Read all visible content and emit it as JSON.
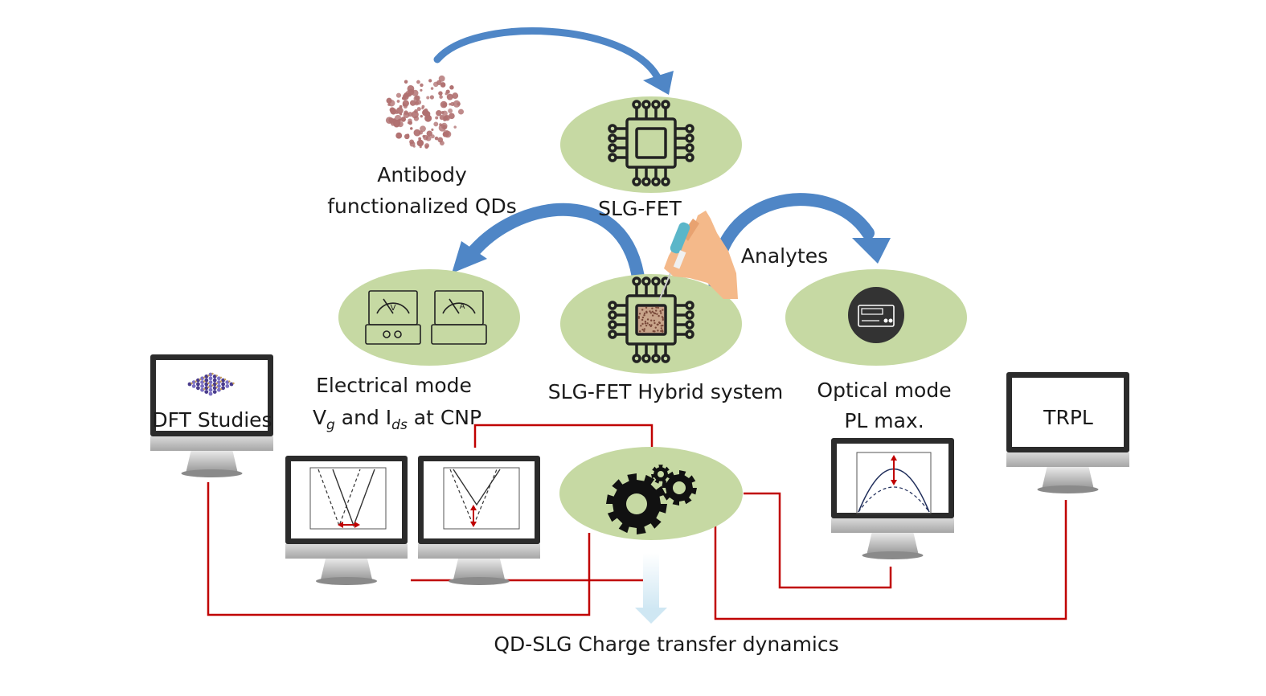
{
  "labels": {
    "antibody_line1": "Antibody",
    "antibody_line2": "functionalized QDs",
    "slg_fet": "SLG-FET",
    "analytes": "Analytes",
    "hybrid_system": "SLG-FET Hybrid system",
    "electrical_mode": "Electrical mode",
    "vg": "V",
    "vg_sub": "g",
    "and_i": " and I",
    "ids_sub": "ds",
    "at_cnp": " at CNP",
    "optical_mode": "Optical mode",
    "pl_max": "PL max.",
    "dft_studies": "DFT Studies",
    "trpl": "TRPL",
    "charge_transfer": "QD-SLG Charge transfer dynamics"
  },
  "meter_letters": {
    "voltmeter": "V",
    "ammeter": "A"
  },
  "colors": {
    "ellipse_fill": "#c6d9a3",
    "arrow_blue": "#4f86c6",
    "connector_red": "#c00000",
    "qd_dots": "#b07070",
    "monitor_frame": "#2b2b2b",
    "down_arrow": "#dbeef7"
  }
}
